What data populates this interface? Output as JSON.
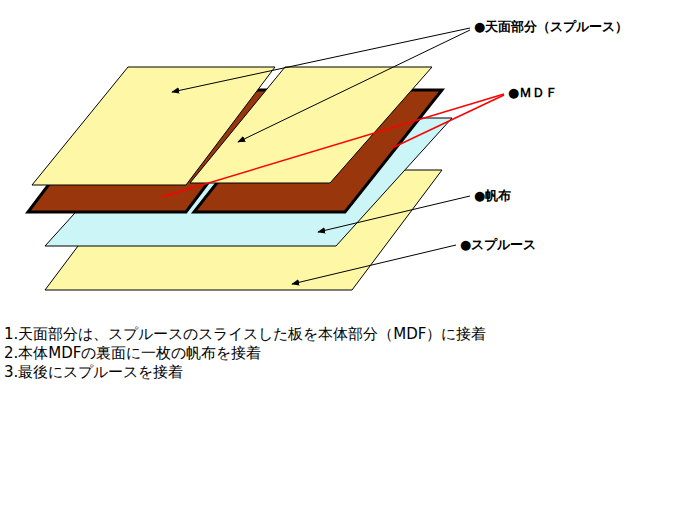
{
  "diagram": {
    "labels": [
      "●天面部分（スプルース）",
      "●ＭＤＦ",
      "●帆布",
      "●スプルース",
      "1.天面部分は、スプルースのスライスした板を本体部分（MDF）に接着",
      "2.本体MDFの裏面に一枚の帆布を接着",
      "3.最後にスプルースを接着"
    ]
  }
}
